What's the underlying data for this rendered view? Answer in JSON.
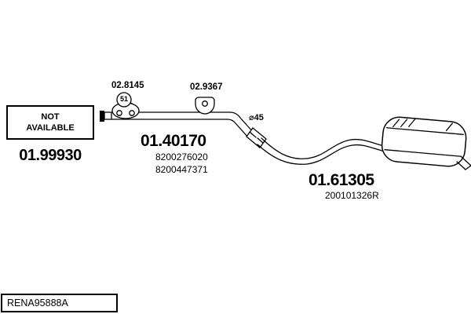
{
  "diagram": {
    "left": {
      "na_line1": "NOT",
      "na_line2": "AVAILABLE",
      "part": "01.99930"
    },
    "clamp": {
      "label": "02.8145",
      "badge": "51"
    },
    "mount": {
      "label": "02.9367"
    },
    "mid": {
      "diameter": "⌀45",
      "part": "01.40170",
      "ref1": "8200276020",
      "ref2": "8200447371"
    },
    "rear": {
      "part": "01.61305",
      "ref": "200101326R"
    },
    "footer": {
      "code": "RENA95888A"
    },
    "colors": {
      "line": "#000000",
      "background": "#ffffff"
    }
  }
}
